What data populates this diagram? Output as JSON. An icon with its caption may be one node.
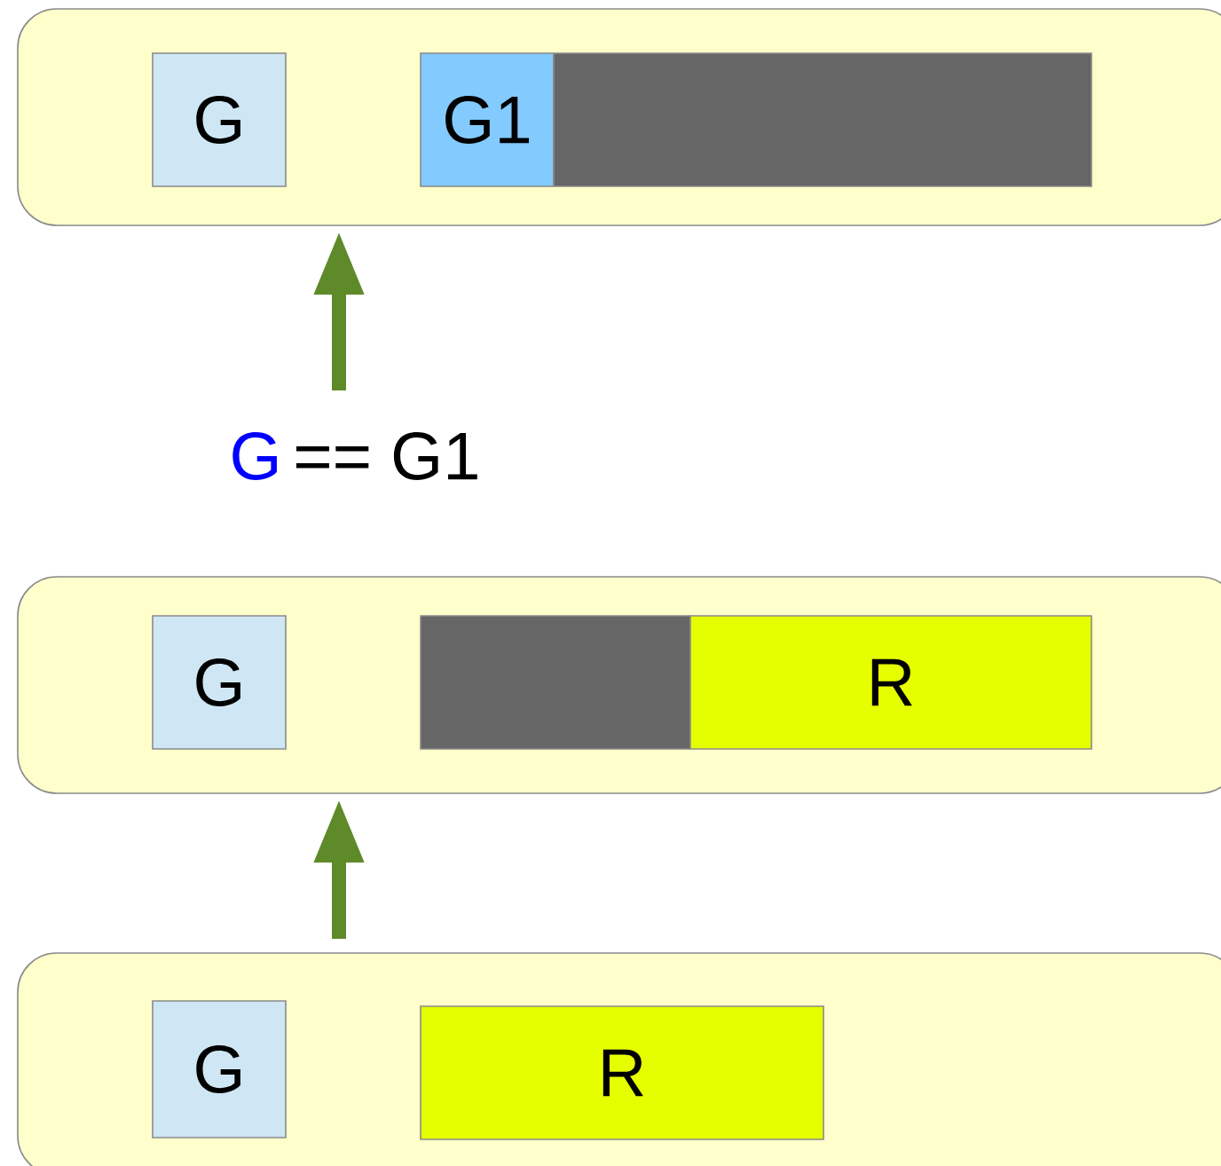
{
  "diagram": {
    "nodes": [
      {
        "text": [],
        "shape": "box"
      },
      {
        "text": [
          "G"
        ],
        "in": 0
      },
      {
        "text": [
          "G1"
        ],
        "in": 0
      },
      {
        "text": [],
        "shape": "bar",
        "in": 0
      },
      {
        "text": [
          "G",
          "== G1"
        ]
      },
      {
        "text": [],
        "shape": "box"
      },
      {
        "text": [
          "G"
        ],
        "in": 5
      },
      {
        "text": [],
        "shape": "bar",
        "in": 5
      },
      {
        "text": [
          "R"
        ],
        "in": 5
      },
      {
        "text": [],
        "shape": "box"
      },
      {
        "text": [
          "G"
        ],
        "in": 9
      },
      {
        "text": [
          "R"
        ],
        "in": 9
      }
    ],
    "edges": [
      {
        "from": 4,
        "to": 0,
        "arrow": "to"
      },
      {
        "from": 9,
        "to": 5,
        "arrow": "to"
      }
    ]
  }
}
